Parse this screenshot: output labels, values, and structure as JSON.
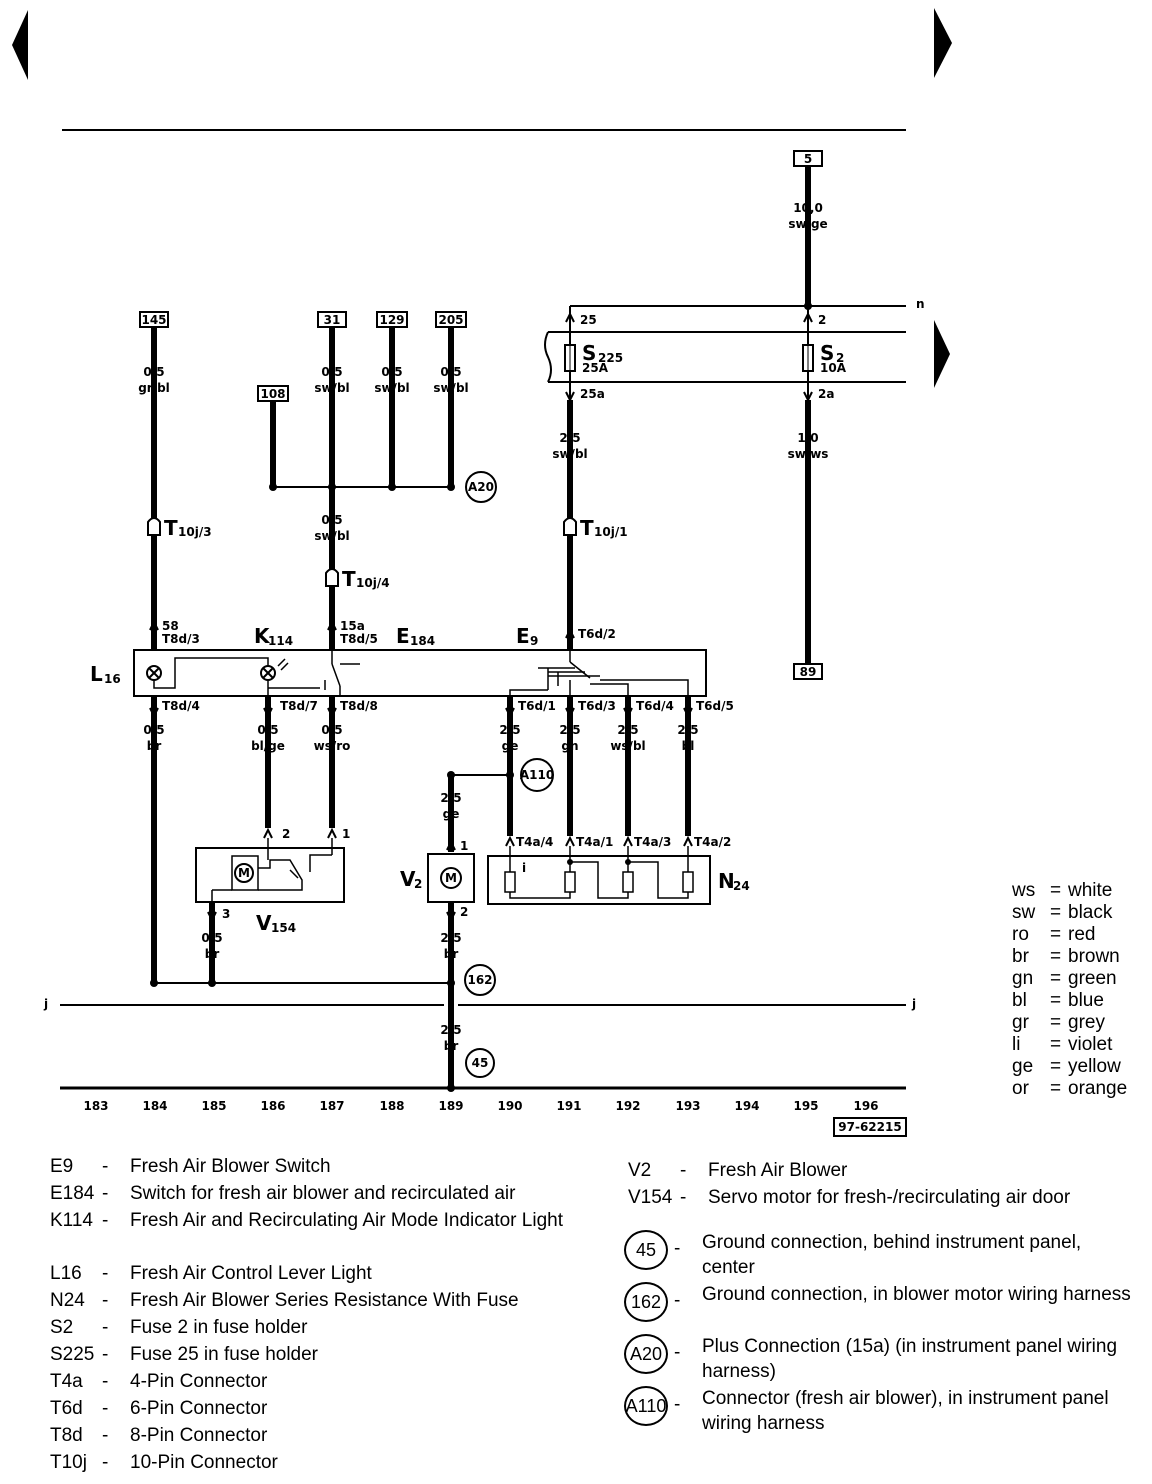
{
  "terminals": {
    "t5": "5",
    "t89": "89",
    "t145": "145",
    "t31": "31",
    "t129": "129",
    "t205": "205",
    "t108": "108",
    "bus_n": "n",
    "bus_j_left": "j",
    "bus_j_right": "j"
  },
  "wires": {
    "w_top": {
      "size": "10,0",
      "color": "sw/ge"
    },
    "w145": {
      "size": "0,5",
      "color": "gr/bl"
    },
    "w31": {
      "size": "0,5",
      "color": "sw/bl"
    },
    "w129": {
      "size": "0,5",
      "color": "sw/bl"
    },
    "w205": {
      "size": "0,5",
      "color": "sw/bl"
    },
    "w_mid": {
      "size": "0,5",
      "color": "sw/bl"
    },
    "w_s225": {
      "size": "2,5",
      "color": "sw/bl"
    },
    "w_s2": {
      "size": "1,0",
      "color": "sw/ws"
    },
    "w_l16": {
      "size": "0,5",
      "color": "br"
    },
    "w_t8d7": {
      "size": "0,5",
      "color": "bl/ge"
    },
    "w_t8d8": {
      "size": "0,5",
      "color": "ws/ro"
    },
    "w_t6d1": {
      "size": "2,5",
      "color": "ge"
    },
    "w_t6d3": {
      "size": "2,5",
      "color": "gn"
    },
    "w_t6d4": {
      "size": "2,5",
      "color": "ws/bl"
    },
    "w_t6d5": {
      "size": "2,5",
      "color": "bl"
    },
    "w_v2in": {
      "size": "2,5",
      "color": "ge"
    },
    "w_v154": {
      "size": "0,5",
      "color": "br"
    },
    "w_v2out": {
      "size": "2,5",
      "color": "br"
    },
    "w_gnd": {
      "size": "2,5",
      "color": "br"
    }
  },
  "fuses": {
    "s225": "S",
    "s225_sub": "225",
    "s225_amp": "25A",
    "s2": "S",
    "s2_sub": "2",
    "s2_amp": "10A",
    "p25": "25",
    "p25a": "25a",
    "p2": "2",
    "p2a": "2a"
  },
  "connectors": {
    "t10j3": "T",
    "t10j3_sub": "10j/3",
    "t10j4": "T",
    "t10j4_sub": "10j/4",
    "t10j1": "T",
    "t10j1_sub": "10j/1",
    "t8d3_a": "58",
    "t8d3": "T8d/3",
    "t8d5_a": "15a",
    "t8d5": "T8d/5",
    "t6d2": "T6d/2",
    "t8d4": "T8d/4",
    "t8d7": "T8d/7",
    "t8d8": "T8d/8",
    "t6d1": "T6d/1",
    "t6d3": "T6d/3",
    "t6d4": "T6d/4",
    "t6d5": "T6d/5",
    "t4a4": "T4a/4",
    "t4a1": "T4a/1",
    "t4a3": "T4a/3",
    "t4a2": "T4a/2",
    "pin2": "2",
    "pin1": "1",
    "pin3": "3",
    "v2pin1": "1",
    "v2pin2": "2",
    "res_i": "i"
  },
  "components": {
    "k114": "K",
    "k114_sub": "114",
    "e184": "E",
    "e184_sub": "184",
    "e9": "E",
    "e9_sub": "9",
    "l16": "L",
    "l16_sub": "16",
    "v154": "V",
    "v154_sub": "154",
    "v2": "V",
    "v2_sub": "2",
    "n24": "N",
    "n24_sub": "24",
    "motor": "M"
  },
  "grounds": {
    "a20": "A20",
    "a110": "A110",
    "g162": "162",
    "g45": "45"
  },
  "columns": [
    "183",
    "184",
    "185",
    "186",
    "187",
    "188",
    "189",
    "190",
    "191",
    "192",
    "193",
    "194",
    "195",
    "196"
  ],
  "figure_id": "97-62215",
  "legend_left": [
    {
      "code": "E9",
      "dash": "-",
      "desc": "Fresh Air Blower Switch"
    },
    {
      "code": "E184",
      "dash": "-",
      "desc": "Switch for fresh air blower and recirculated air"
    },
    {
      "code": "K114",
      "dash": "-",
      "desc": "Fresh Air and Recirculating Air Mode Indicator Light"
    },
    {
      "code": "L16",
      "dash": "-",
      "desc": "Fresh Air Control Lever Light"
    },
    {
      "code": "N24",
      "dash": "-",
      "desc": "Fresh Air Blower Series Resistance With Fuse"
    },
    {
      "code": "S2",
      "dash": "-",
      "desc": "Fuse 2 in fuse holder"
    },
    {
      "code": "S225",
      "dash": "-",
      "desc": "Fuse 25 in fuse holder"
    },
    {
      "code": "T4a",
      "dash": "-",
      "desc": "4-Pin Connector"
    },
    {
      "code": "T6d",
      "dash": "-",
      "desc": "6-Pin Connector"
    },
    {
      "code": "T8d",
      "dash": "-",
      "desc": "8-Pin Connector"
    },
    {
      "code": "T10j",
      "dash": "-",
      "desc": "10-Pin Connector"
    }
  ],
  "legend_right": [
    {
      "code": "V2",
      "dash": "-",
      "desc": "Fresh Air Blower"
    },
    {
      "code": "V154",
      "dash": "-",
      "desc": "Servo motor for fresh-/recirculating air door"
    }
  ],
  "legend_grounds": [
    {
      "code": "45",
      "dash": "-",
      "desc": "Ground connection, behind instrument panel, center"
    },
    {
      "code": "162",
      "dash": "-",
      "desc": "Ground connection, in blower motor wiring harness"
    },
    {
      "code": "A20",
      "dash": "-",
      "desc": "Plus Connection (15a) (in instrument panel wiring harness)"
    },
    {
      "code": "A110",
      "dash": "-",
      "desc": "Connector (fresh air blower), in instrument panel wiring harness"
    }
  ],
  "color_codes": [
    {
      "c": "ws",
      "eq": "=",
      "n": "white"
    },
    {
      "c": "sw",
      "eq": "=",
      "n": "black"
    },
    {
      "c": "ro",
      "eq": "=",
      "n": "red"
    },
    {
      "c": "br",
      "eq": "=",
      "n": "brown"
    },
    {
      "c": "gn",
      "eq": "=",
      "n": "green"
    },
    {
      "c": "bl",
      "eq": "=",
      "n": "blue"
    },
    {
      "c": "gr",
      "eq": "=",
      "n": "grey"
    },
    {
      "c": "li",
      "eq": "=",
      "n": "violet"
    },
    {
      "c": "ge",
      "eq": "=",
      "n": "yellow"
    },
    {
      "c": "or",
      "eq": "=",
      "n": "orange"
    }
  ]
}
